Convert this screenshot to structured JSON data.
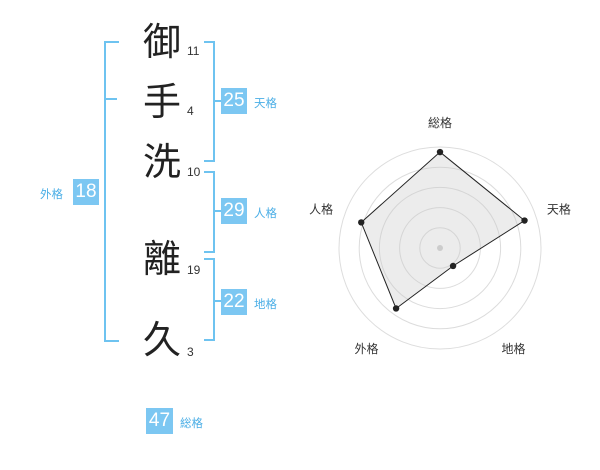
{
  "name": {
    "characters": [
      {
        "char": "御",
        "strokes": "11"
      },
      {
        "char": "手",
        "strokes": "4"
      },
      {
        "char": "洗",
        "strokes": "10"
      },
      {
        "char": "離",
        "strokes": "19"
      },
      {
        "char": "久",
        "strokes": "3"
      }
    ]
  },
  "scores": {
    "tenkaku": {
      "value": "25",
      "label": "天格"
    },
    "jinkaku": {
      "value": "29",
      "label": "人格"
    },
    "chikaku": {
      "value": "22",
      "label": "地格"
    },
    "gaikaku": {
      "value": "18",
      "label": "外格"
    },
    "soukaku": {
      "value": "47",
      "label": "総格"
    }
  },
  "colors": {
    "accent": "#7cc7f2",
    "bracket": "#6ec3f0",
    "label": "#4aaee6"
  },
  "chart_data": {
    "type": "radar",
    "axes": [
      "総格",
      "天格",
      "地格",
      "外格",
      "人格"
    ],
    "values": [
      0.95,
      0.88,
      0.22,
      0.74,
      0.82
    ],
    "range": [
      0,
      1
    ]
  }
}
